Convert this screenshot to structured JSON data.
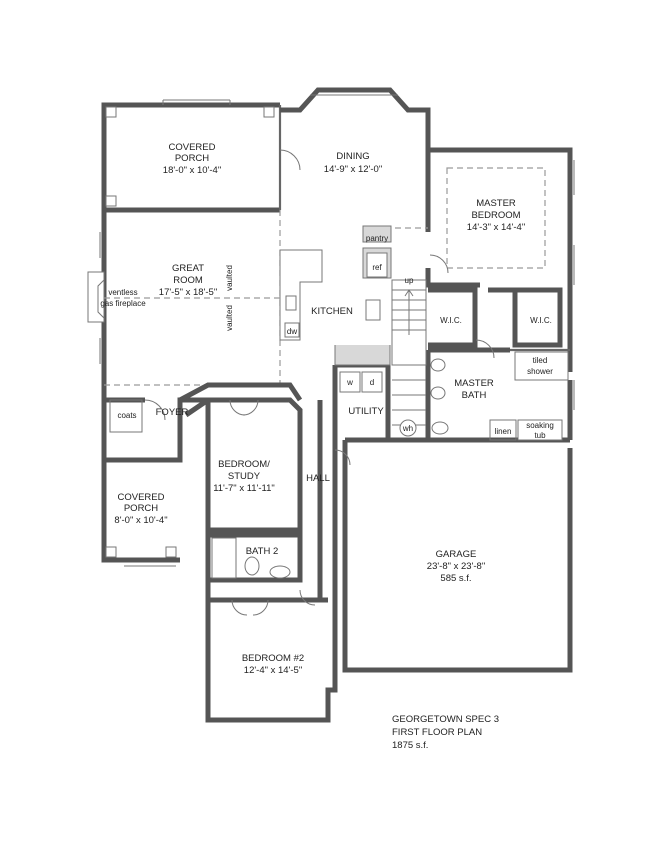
{
  "rooms": {
    "covered_porch_top": {
      "name1": "COVERED",
      "name2": "PORCH",
      "dims": "18'-0\" x 10'-4\""
    },
    "dining": {
      "name": "DINING",
      "dims": "14'-9\" x 12'-0\""
    },
    "master_bedroom": {
      "name1": "MASTER",
      "name2": "BEDROOM",
      "dims": "14'-3\" x 14'-4\""
    },
    "great_room": {
      "name1": "GREAT",
      "name2": "ROOM",
      "dims": "17'-5\" x 18'-5\""
    },
    "kitchen": {
      "name": "KITCHEN"
    },
    "foyer": {
      "name": "FOYER"
    },
    "utility": {
      "name": "UTILITY"
    },
    "master_bath": {
      "name1": "MASTER",
      "name2": "BATH"
    },
    "bedroom_study": {
      "name1": "BEDROOM/",
      "name2": "STUDY",
      "dims": "11'-7\" x 11'-11\""
    },
    "hall": {
      "name": "HALL"
    },
    "covered_porch_front": {
      "name1": "COVERED",
      "name2": "PORCH",
      "dims": "8'-0\" x 10'-4\""
    },
    "bath2": {
      "name": "BATH 2"
    },
    "garage": {
      "name": "GARAGE",
      "dims": "23'-8\" x 23'-8\"",
      "area": "585 s.f."
    },
    "bedroom2": {
      "name": "BEDROOM #2",
      "dims": "12'-4\" x 14'-5\""
    }
  },
  "fixtures": {
    "pantry": "pantry",
    "ref": "ref",
    "up": "up",
    "dw": "dw",
    "wic_left": "W.I.C.",
    "wic_right": "W.I.C.",
    "tiled_shower1": "tiled",
    "tiled_shower2": "shower",
    "fireplace1": "ventless",
    "fireplace2": "gas fireplace",
    "vaulted_left": "vaulted",
    "vaulted_right": "vaulted",
    "coats": "coats",
    "washer": "w",
    "dryer": "d",
    "water_heater": "wh",
    "linen": "linen",
    "soaking1": "soaking",
    "soaking2": "tub"
  },
  "title_block": {
    "line1": "GEORGETOWN SPEC 3",
    "line2": "FIRST FLOOR PLAN",
    "line3": "1875 s.f."
  }
}
